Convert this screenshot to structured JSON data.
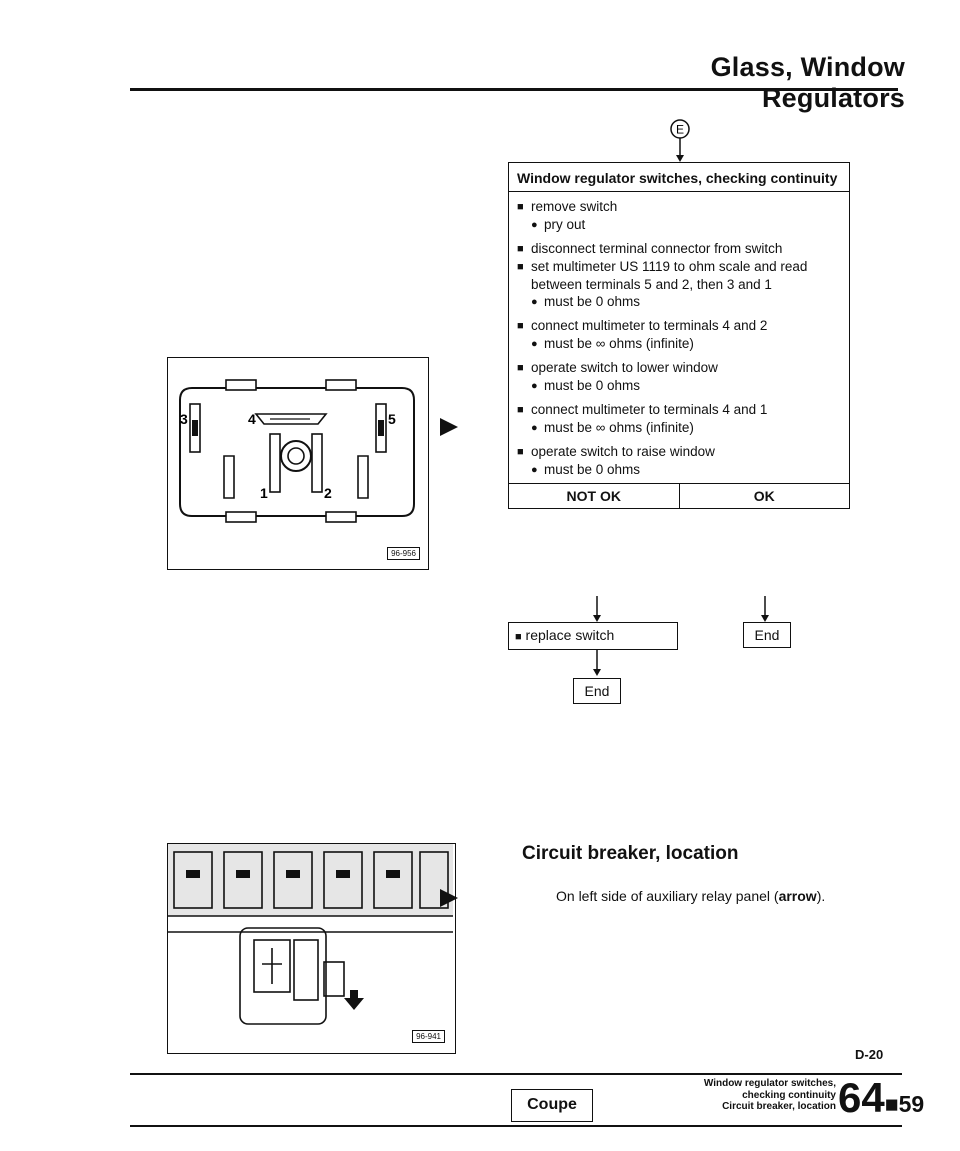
{
  "header": {
    "title": "Glass, Window Regulators"
  },
  "flowchart": {
    "marker": "E",
    "title": "Window regulator switches, checking continuity",
    "bullet_symbol": "■",
    "check_symbol": "●",
    "steps": [
      {
        "text": "remove switch",
        "checks": [
          "pry out"
        ]
      },
      {
        "text": "disconnect terminal connector from switch",
        "checks": []
      },
      {
        "text": "set multimeter US 1119 to ohm scale and read between terminals 5 and 2, then 3 and 1",
        "checks": [
          "must be 0 ohms"
        ]
      },
      {
        "text": "connect multimeter to terminals 4 and 2",
        "checks": [
          "must be ∞ ohms (infinite)"
        ]
      },
      {
        "text": "operate switch to lower window",
        "checks": [
          "must be 0 ohms"
        ]
      },
      {
        "text": "connect multimeter to terminals 4 and 1",
        "checks": [
          "must be ∞ ohms (infinite)"
        ]
      },
      {
        "text": "operate switch to raise window",
        "checks": [
          "must be 0 ohms"
        ]
      }
    ],
    "result_not_ok": "NOT OK",
    "result_ok": "OK",
    "action_replace": "replace switch",
    "end_label_1": "End",
    "end_label_2": "End"
  },
  "figure1": {
    "tag": "96-956",
    "terminals": {
      "t1": "1",
      "t2": "2",
      "t3": "3",
      "t4": "4",
      "t5": "5"
    }
  },
  "figure2": {
    "tag": "96-941"
  },
  "section": {
    "title": "Circuit breaker, location",
    "text_before": "On left side of auxiliary relay panel (",
    "text_bold": "arrow",
    "text_after": ")."
  },
  "page_code": "D-20",
  "footer": {
    "model": "Coupe",
    "topics": [
      "Window regulator switches,",
      "checking continuity",
      "Circuit breaker, location"
    ],
    "page_major": "64",
    "page_separator": "■",
    "page_minor": "59"
  }
}
